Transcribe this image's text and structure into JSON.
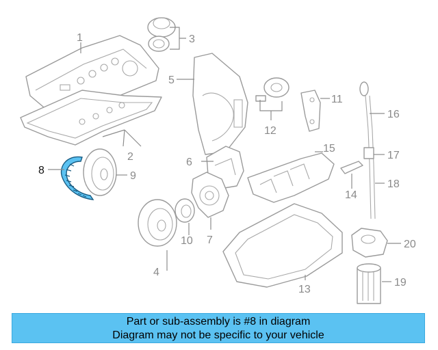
{
  "callouts": {
    "c1": "1",
    "c2": "2",
    "c3": "3",
    "c4": "4",
    "c5": "5",
    "c6": "6",
    "c7": "7",
    "c8": "8",
    "c9": "9",
    "c10": "10",
    "c11": "11",
    "c12": "12",
    "c13": "13",
    "c14": "14",
    "c15": "15",
    "c16": "16",
    "c17": "17",
    "c18": "18",
    "c19": "19",
    "c20": "20"
  },
  "highlight": {
    "part_number": "8",
    "color": "#5bc2f2"
  },
  "banner": {
    "line1": "Part or sub-assembly is #8 in diagram",
    "line2": "Diagram may not be specific to your vehicle",
    "background": "#5bc2f2"
  }
}
